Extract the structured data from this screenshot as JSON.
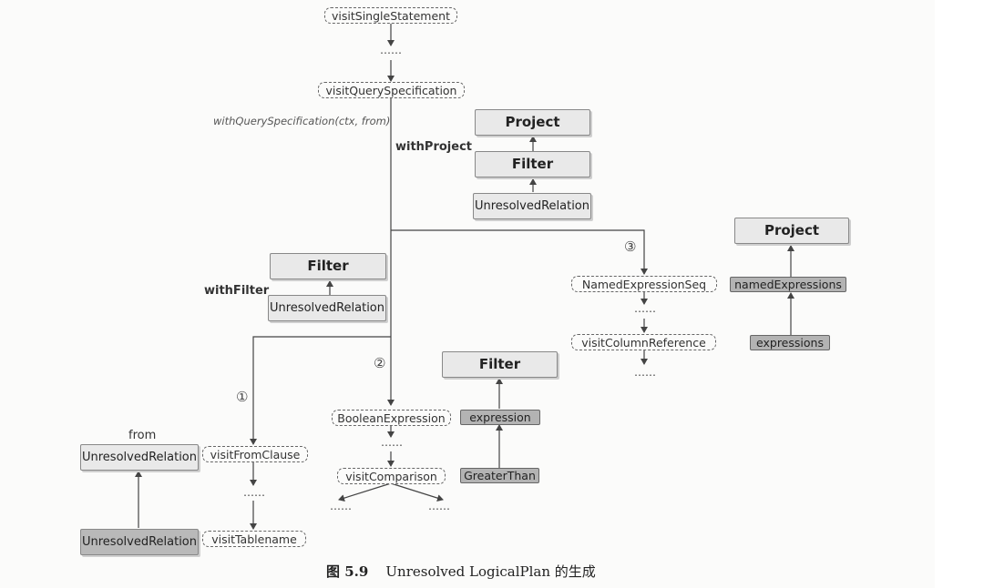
{
  "nodes": {
    "visitSingleStatement": "visitSingleStatement",
    "visitQuerySpecification": "visitQuerySpecification",
    "namedExpressionSeq": "NamedExpressionSeq",
    "visitColumnReference": "visitColumnReference",
    "booleanExpression": "BooleanExpression",
    "visitComparison": "visitComparison",
    "visitFromClause": "visitFromClause",
    "visitTablename": "visitTablename"
  },
  "plans": {
    "top_project": "Project",
    "top_filter": "Filter",
    "top_relation": "UnresolvedRelation",
    "wf_filter": "Filter",
    "wf_relation": "UnresolvedRelation",
    "proj_project": "Project",
    "proj_named": "namedExpressions",
    "proj_expressions": "expressions",
    "filt_filter": "Filter",
    "filt_expression": "expression",
    "filt_greater": "GreaterThan",
    "from_relation": "UnresolvedRelation",
    "from_relation_dark": "UnresolvedRelation"
  },
  "labels": {
    "withQuerySpecification": "withQuerySpecification(ctx, from)",
    "withProject": "withProject",
    "withFilter": "withFilter",
    "from": "from",
    "circle1": "①",
    "circle2": "②",
    "circle3": "③",
    "ellipsis": "……"
  },
  "caption": {
    "number": "图 5.9",
    "text": "Unresolved LogicalPlan 的生成"
  },
  "colors": {
    "line": "#444444",
    "box_fill": "#e9e9e9",
    "chip_fill": "#b3b3b3"
  }
}
